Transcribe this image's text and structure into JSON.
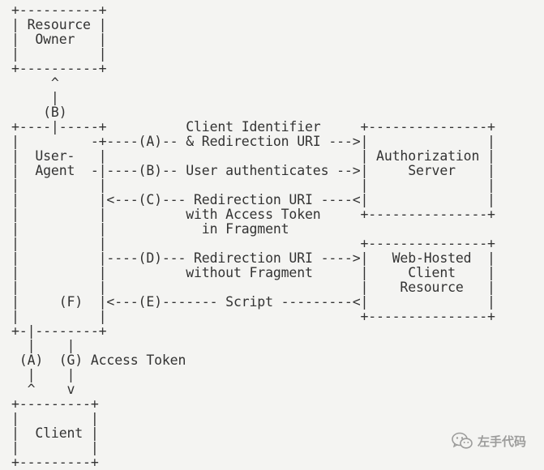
{
  "diagram": {
    "lines": [
      "+----------+",
      "| Resource |",
      "|  Owner   |",
      "|          |",
      "+----------+",
      "     ^",
      "     |",
      "    (B)",
      "+----|-----+          Client Identifier     +---------------+",
      "|         -+----(A)-- & Redirection URI --->|               |",
      "|  User-   |                                | Authorization |",
      "|  Agent  -|----(B)-- User authenticates -->|     Server    |",
      "|          |                                |               |",
      "|          |<---(C)--- Redirection URI ----<|               |",
      "|          |          with Access Token     +---------------+",
      "|          |            in Fragment",
      "|          |                                +---------------+",
      "|          |----(D)--- Redirection URI ---->|   Web-Hosted  |",
      "|          |          without Fragment      |     Client    |",
      "|          |                                |    Resource   |",
      "|     (F)  |<---(E)------- Script ---------<|               |",
      "|          |                                +---------------+",
      "+-|--------+",
      "  |    |",
      " (A)  (G) Access Token",
      "  |    |",
      "  ^    v",
      "+---------+",
      "|         |",
      "|  Client |",
      "|         |",
      "+---------+"
    ]
  },
  "watermark": {
    "text": "左手代码",
    "icon": "wechat-icon"
  }
}
